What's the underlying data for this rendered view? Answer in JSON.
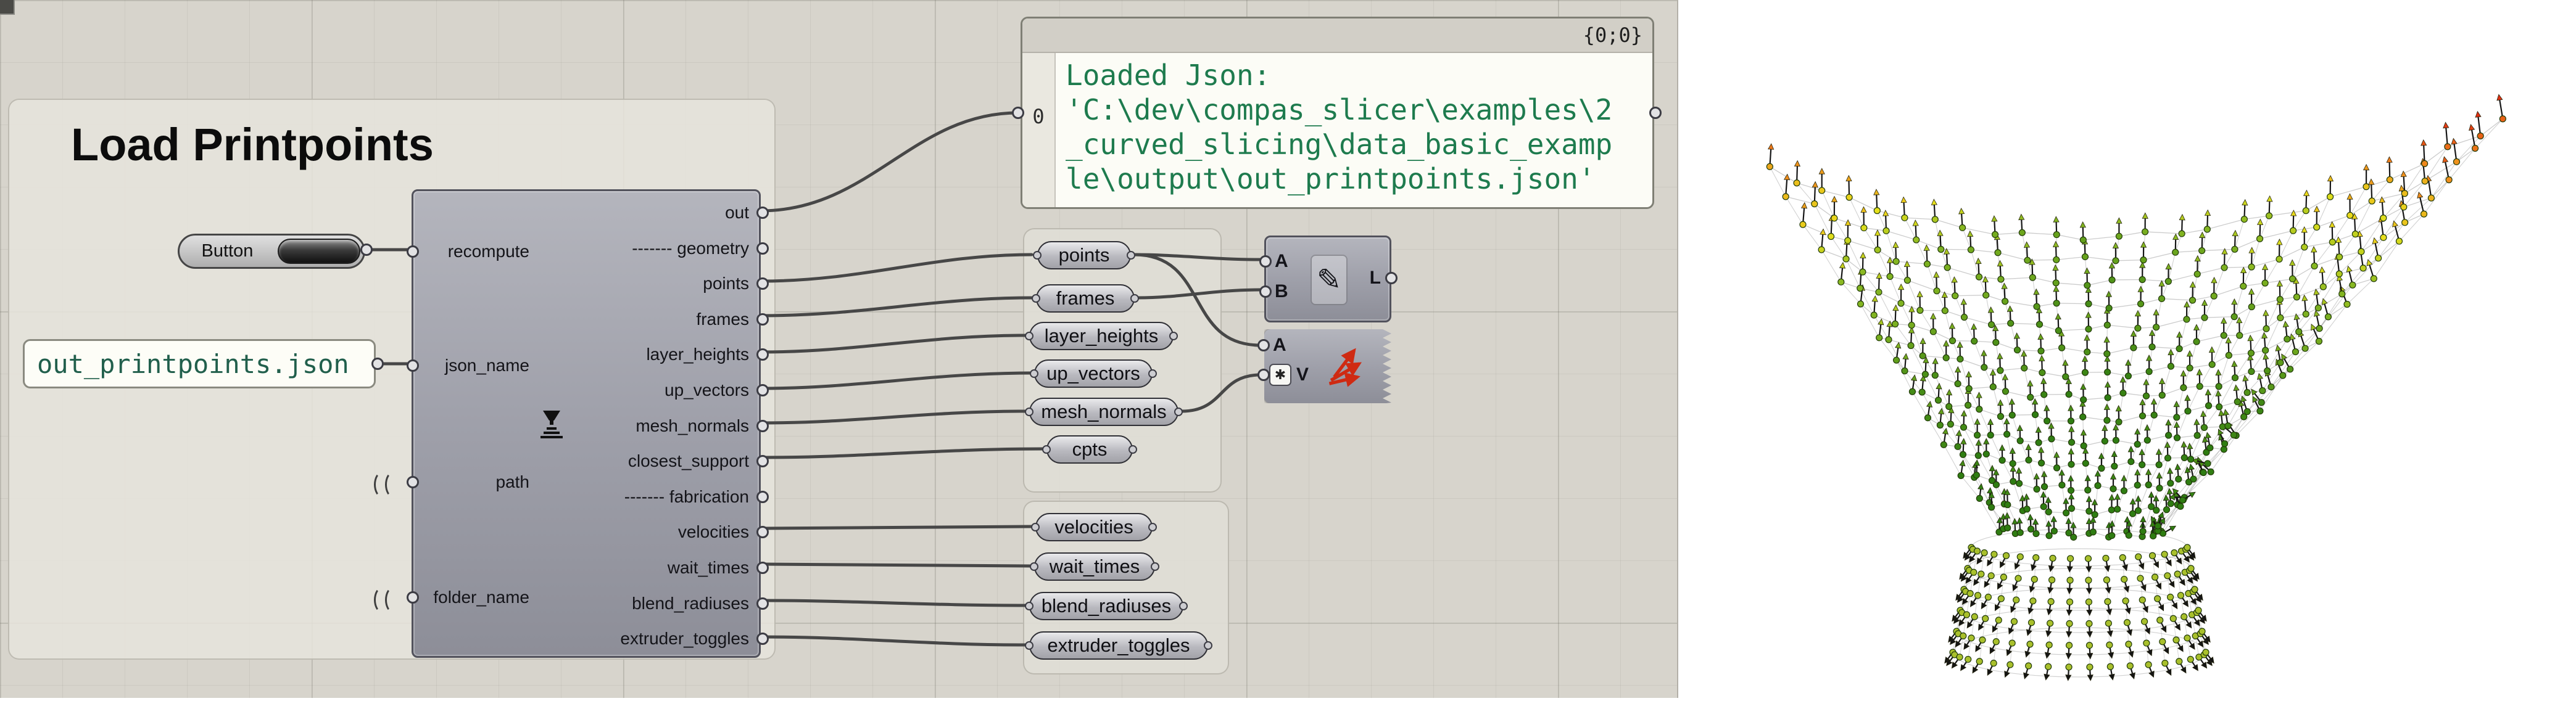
{
  "canvas": {
    "group_title": "Load Printpoints",
    "button_label": "Button",
    "filename_panel_text": "out_printpoints.json",
    "output_panel": {
      "header": "{0;0}",
      "index": "0",
      "text": "Loaded Json:\n'C:\\dev\\compas_slicer\\examples\\2\n_curved_slicing\\data_basic_examp\nle\\output\\out_printpoints.json'"
    },
    "component": {
      "inputs": [
        "recompute",
        "json_name",
        "path",
        "folder_name"
      ],
      "outputs": [
        "out",
        "------- geometry",
        "points",
        "frames",
        "layer_heights",
        "up_vectors",
        "mesh_normals",
        "closest_support",
        "------- fabrication",
        "velocities",
        "wait_times",
        "blend_radiuses",
        "extruder_toggles"
      ]
    },
    "param_groups": [
      {
        "items": [
          "points",
          "frames",
          "layer_heights",
          "up_vectors",
          "mesh_normals",
          "cpts"
        ]
      },
      {
        "items": [
          "velocities",
          "wait_times",
          "blend_radiuses",
          "extruder_toggles"
        ]
      }
    ],
    "line_component": {
      "input_a": "A",
      "input_b": "B",
      "output_l": "L"
    },
    "vector_component": {
      "input_a": "A",
      "input_v": "V"
    }
  },
  "icons": {
    "pencil_glyph": "✎",
    "expression_glyph": "✱"
  },
  "viewport": {
    "colors": {
      "low": "#2f7d12",
      "mid_low": "#86b722",
      "mid": "#e8e11c",
      "high": "#ef8c1c",
      "max": "#e13012",
      "mesh_wire": "#9a9a9a",
      "arrow_shaft": "#161616",
      "base_dot": "#a9c02c"
    }
  }
}
